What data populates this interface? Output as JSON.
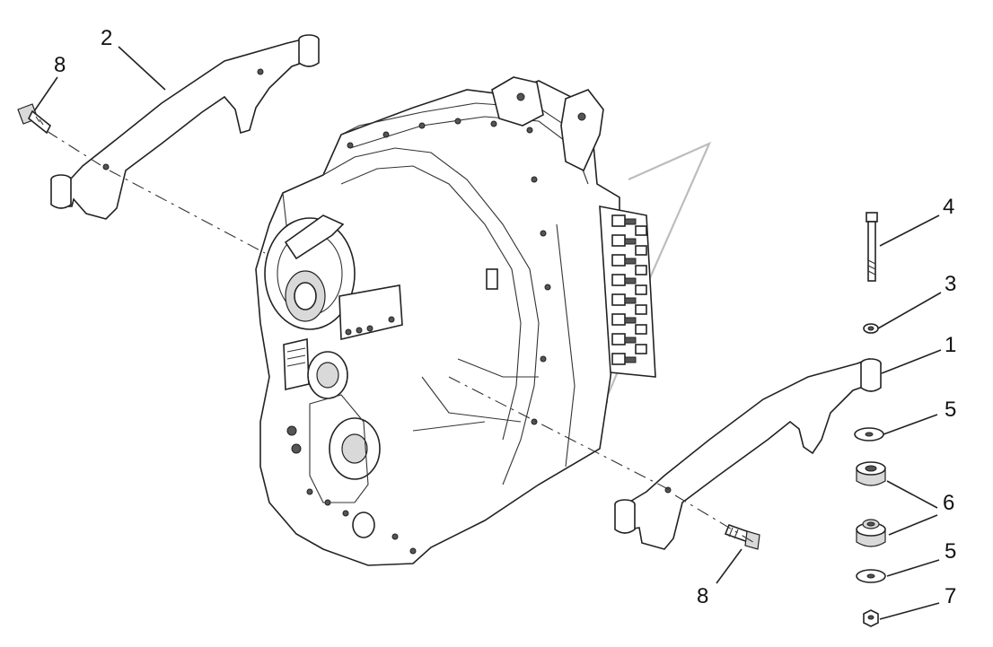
{
  "callouts": [
    {
      "id": "c2",
      "label": "2"
    },
    {
      "id": "c8a",
      "label": "8"
    },
    {
      "id": "c4",
      "label": "4"
    },
    {
      "id": "c3",
      "label": "3"
    },
    {
      "id": "c1",
      "label": "1"
    },
    {
      "id": "c5a",
      "label": "5"
    },
    {
      "id": "c6",
      "label": "6"
    },
    {
      "id": "c5b",
      "label": "5"
    },
    {
      "id": "c7",
      "label": "7"
    },
    {
      "id": "c8b",
      "label": "8"
    }
  ]
}
